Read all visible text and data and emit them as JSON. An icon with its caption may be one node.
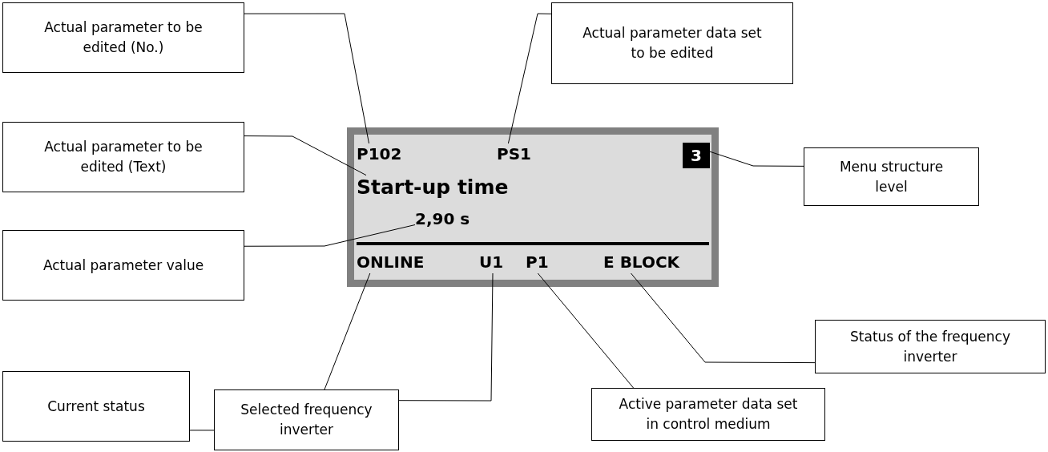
{
  "diagram": {
    "nodes": [
      {
        "text": [],
        "shape": "box"
      },
      {
        "text": [
          "P102"
        ],
        "in": 0
      },
      {
        "text": [
          "PS1"
        ],
        "in": 0
      },
      {
        "text": [
          "3"
        ],
        "in": 0
      },
      {
        "text": [
          "Start-up time"
        ],
        "in": 0
      },
      {
        "text": [
          "2,90 s"
        ],
        "in": 0
      },
      {
        "text": [
          "ONLINE"
        ],
        "in": 0
      },
      {
        "text": [
          "U1"
        ],
        "in": 0
      },
      {
        "text": [
          "P1"
        ],
        "in": 0
      },
      {
        "text": [
          "E BLOCK"
        ],
        "in": 0
      },
      {
        "text": [
          "Actual parameter to be edited (No.)"
        ]
      },
      {
        "text": [
          "Actual parameter data set to be edited"
        ]
      },
      {
        "text": [
          "Actual parameter to be edited (Text)"
        ]
      },
      {
        "text": [
          "Menu structure level"
        ]
      },
      {
        "text": [
          "Actual parameter value"
        ]
      },
      {
        "text": [
          "Status of the frequency inverter"
        ]
      },
      {
        "text": [
          "Current status"
        ]
      },
      {
        "text": [
          "Selected frequency inverter"
        ]
      },
      {
        "text": [
          "Active parameter data set in control medium"
        ]
      }
    ],
    "edges": [
      {
        "from": 10,
        "to": 1,
        "arrow": "none"
      },
      {
        "from": 11,
        "to": 2,
        "arrow": "none"
      },
      {
        "from": 12,
        "to": 4,
        "arrow": "none"
      },
      {
        "from": 13,
        "to": 3,
        "arrow": "none"
      },
      {
        "from": 14,
        "to": 5,
        "arrow": "none"
      },
      {
        "from": 15,
        "to": 9,
        "arrow": "none"
      },
      {
        "from": 16,
        "to": 6,
        "arrow": "none"
      },
      {
        "from": 17,
        "to": 7,
        "arrow": "none"
      },
      {
        "from": 18,
        "to": 8,
        "arrow": "none"
      }
    ]
  }
}
